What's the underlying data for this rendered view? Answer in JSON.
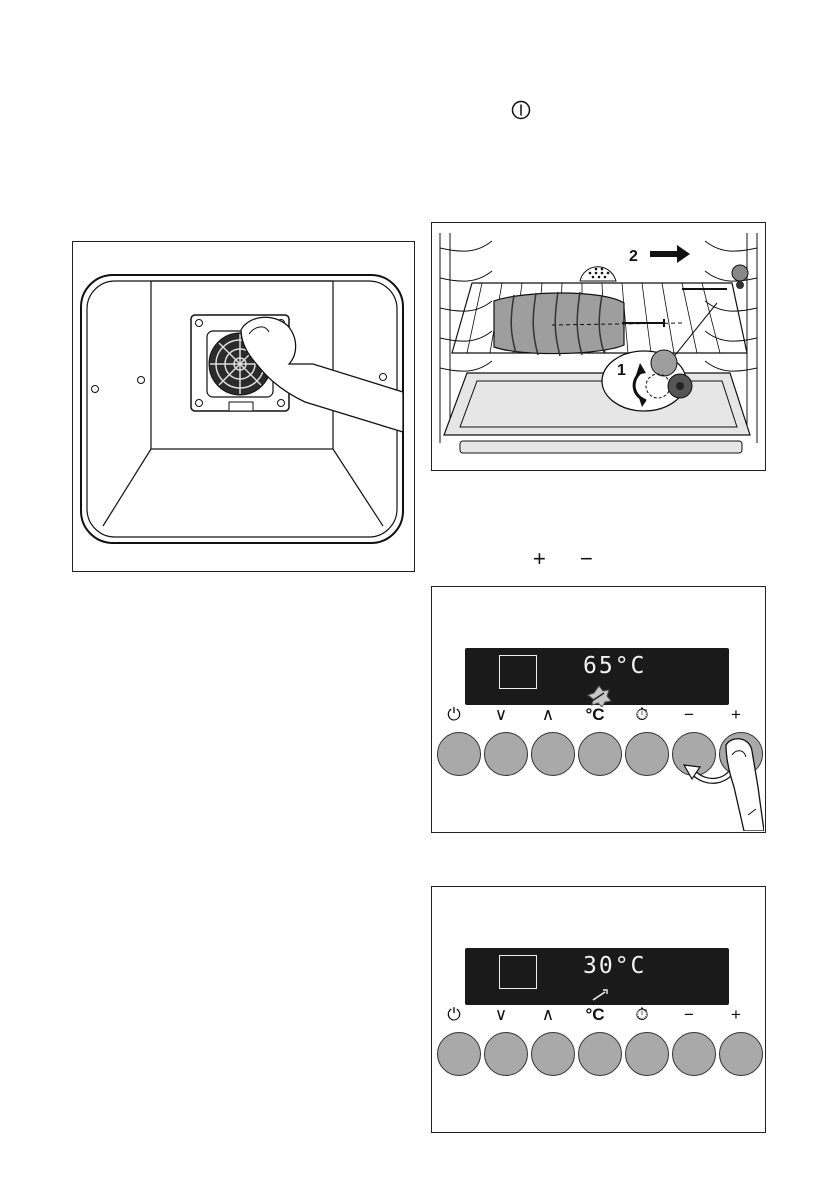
{
  "header": {
    "power_icon": "power-on-off-icon"
  },
  "symbols": {
    "plus": "+",
    "minus": "−"
  },
  "figure_rack": {
    "step1_label": "1",
    "step2_label": "2"
  },
  "panel_a": {
    "display_value": "65°C",
    "buttons": [
      {
        "label": "⏻",
        "icon": "power-icon"
      },
      {
        "label": "∨",
        "icon": "chevron-down-icon"
      },
      {
        "label": "∧",
        "icon": "chevron-up-icon"
      },
      {
        "label": "°C",
        "icon": "temperature-icon"
      },
      {
        "label": "⏱",
        "icon": "timer-probe-icon"
      },
      {
        "label": "−",
        "icon": "minus-icon"
      },
      {
        "label": "+",
        "icon": "plus-icon"
      }
    ]
  },
  "panel_b": {
    "display_value": "30°C",
    "buttons": [
      {
        "label": "⏻",
        "icon": "power-icon"
      },
      {
        "label": "∨",
        "icon": "chevron-down-icon"
      },
      {
        "label": "∧",
        "icon": "chevron-up-icon"
      },
      {
        "label": "°C",
        "icon": "temperature-icon"
      },
      {
        "label": "⏱",
        "icon": "timer-probe-icon"
      },
      {
        "label": "−",
        "icon": "minus-icon"
      },
      {
        "label": "+",
        "icon": "plus-icon"
      }
    ]
  }
}
